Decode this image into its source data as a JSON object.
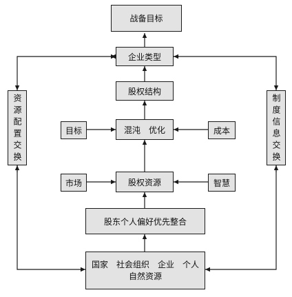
{
  "diagram": {
    "nodes": {
      "strategy_goal": "战备目标",
      "enterprise_type": "企业类型",
      "equity_structure": "股权结构",
      "mixed_optimize": [
        "混沌",
        "优化"
      ],
      "goal": "目标",
      "cost": "成本",
      "equity_resource": "股权资源",
      "market": "市场",
      "wisdom": "智慧",
      "shareholder_integration": "股东个人偏好优先整合",
      "actors": [
        "国家",
        "社会组织",
        "企业",
        "个人"
      ],
      "natural_resource": "自然资源",
      "resource_exchange": "资源配置交换",
      "institution_exchange": "制度信息交换"
    },
    "colors": {
      "box_fill": "#e3e3e3",
      "line": "#1a1a1a"
    }
  }
}
